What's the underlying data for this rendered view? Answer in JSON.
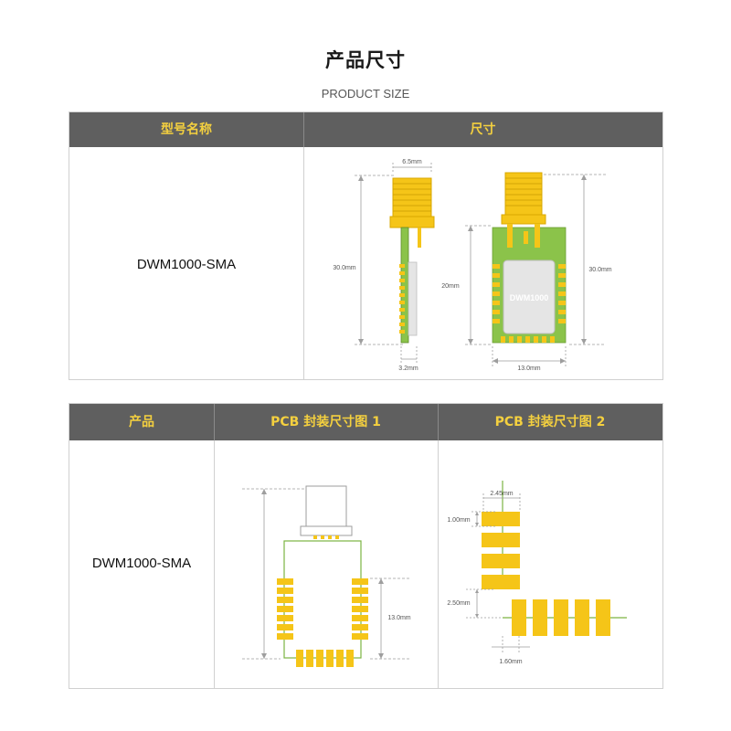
{
  "header": {
    "title": "产品尺寸",
    "subtitle": "PRODUCT SIZE"
  },
  "table1": {
    "col1": "型号名称",
    "col2": "尺寸",
    "model": "DWM1000-SMA",
    "dims": {
      "width_top": "6.5mm",
      "height_left": "30.0mm",
      "height_mid": "20mm",
      "height_right": "30.0mm",
      "thickness": "3.2mm",
      "width_bottom": "13.0mm",
      "chip_label": "DWM1000"
    }
  },
  "table2": {
    "col1": "产品",
    "col2": "PCB 封装尺寸图 1",
    "col3": "PCB 封装尺寸图 2",
    "model": "DWM1000-SMA",
    "dims1": {
      "height_right": "13.0mm"
    },
    "dims2": {
      "pad_width": "2.45mm",
      "pad_pitch": "1.00mm",
      "gap": "2.50mm",
      "pad_spacing": "1.60mm"
    }
  },
  "colors": {
    "header_bg": "#5f5f5f",
    "header_text": "#f4d03f",
    "pcb_green": "#8bc34a",
    "gold": "#f5c518"
  }
}
